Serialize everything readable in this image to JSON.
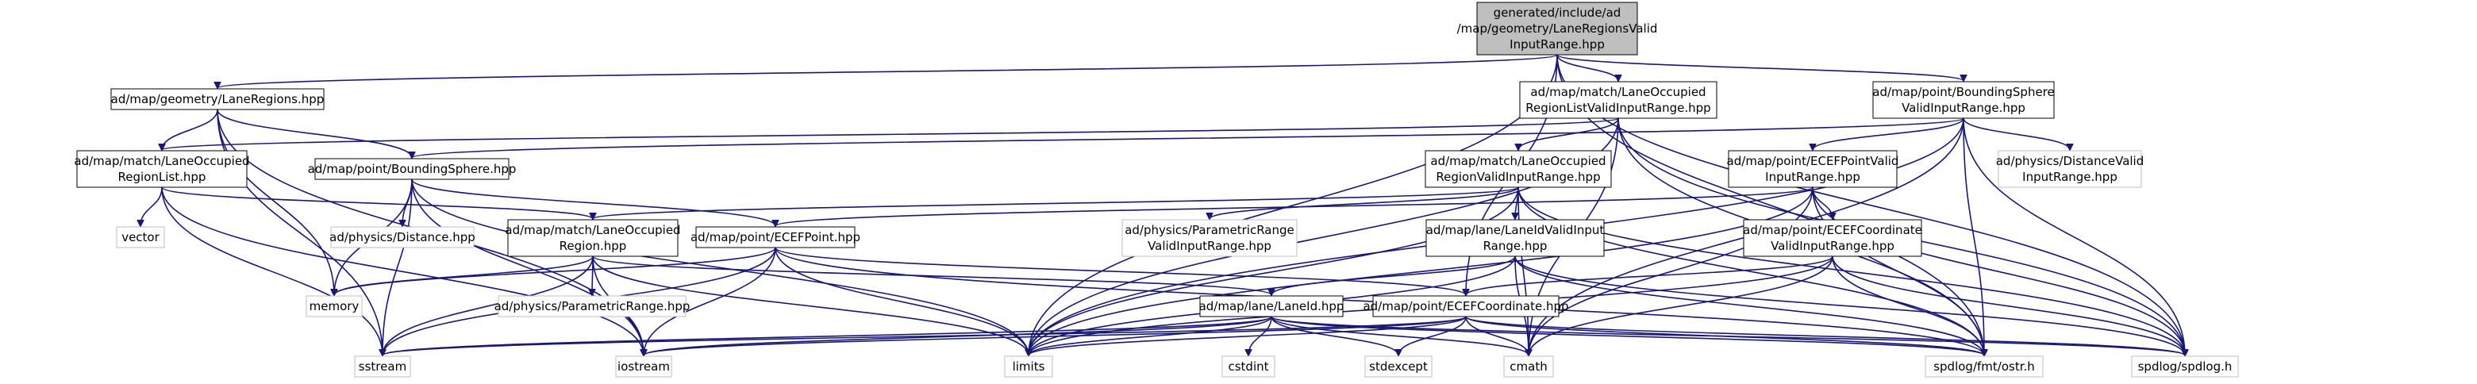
{
  "diagram": {
    "nodes": {
      "root": [
        "generated/include/ad",
        "/map/geometry/LaneRegionsValid",
        "InputRange.hpp"
      ],
      "lane_regions": [
        "ad/map/geometry/LaneRegions.hpp"
      ],
      "occ_list_valid": [
        "ad/map/match/LaneOccupied",
        "RegionListValidInputRange.hpp"
      ],
      "bsphere_valid": [
        "ad/map/point/BoundingSphere",
        "ValidInputRange.hpp"
      ],
      "occ_list": [
        "ad/map/match/LaneOccupied",
        "RegionList.hpp"
      ],
      "bsphere": [
        "ad/map/point/BoundingSphere.hpp"
      ],
      "occ_valid": [
        "ad/map/match/LaneOccupied",
        "RegionValidInputRange.hpp"
      ],
      "ecef_point_valid": [
        "ad/map/point/ECEFPointValid",
        "InputRange.hpp"
      ],
      "distance_valid": [
        "ad/physics/DistanceValid",
        "InputRange.hpp"
      ],
      "vector": [
        "vector"
      ],
      "distance": [
        "ad/physics/Distance.hpp"
      ],
      "occ_region": [
        "ad/map/match/LaneOccupied",
        "Region.hpp"
      ],
      "ecef_point": [
        "ad/map/point/ECEFPoint.hpp"
      ],
      "param_range_valid": [
        "ad/physics/ParametricRange",
        "ValidInputRange.hpp"
      ],
      "lane_id_valid": [
        "ad/map/lane/LaneIdValidInput",
        "Range.hpp"
      ],
      "ecef_coord_valid": [
        "ad/map/point/ECEFCoordinate",
        "ValidInputRange.hpp"
      ],
      "memory": [
        "memory"
      ],
      "param_range": [
        "ad/physics/ParametricRange.hpp"
      ],
      "lane_id": [
        "ad/map/lane/LaneId.hpp"
      ],
      "ecef_coord": [
        "ad/map/point/ECEFCoordinate.hpp"
      ],
      "sstream": [
        "sstream"
      ],
      "iostream": [
        "iostream"
      ],
      "limits": [
        "limits"
      ],
      "cstdint": [
        "cstdint"
      ],
      "stdexcept": [
        "stdexcept"
      ],
      "cmath": [
        "cmath"
      ],
      "fmt_ostr": [
        "spdlog/fmt/ostr.h"
      ],
      "spdlog": [
        "spdlog/spdlog.h"
      ]
    }
  }
}
